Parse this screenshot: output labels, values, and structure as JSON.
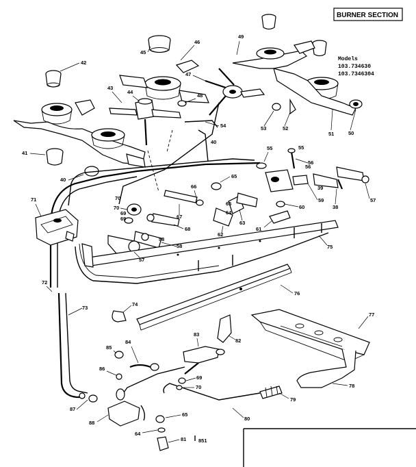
{
  "title": "BURNER SECTION",
  "models": {
    "heading": "Models",
    "lines": [
      "103.734630",
      "103.7346304"
    ]
  },
  "footer_label": "851",
  "parts": [
    {
      "num": "40"
    },
    {
      "num": "41"
    },
    {
      "num": "42"
    },
    {
      "num": "43"
    },
    {
      "num": "44"
    },
    {
      "num": "45"
    },
    {
      "num": "46"
    },
    {
      "num": "47"
    },
    {
      "num": "48"
    },
    {
      "num": "49"
    },
    {
      "num": "50"
    },
    {
      "num": "51"
    },
    {
      "num": "52"
    },
    {
      "num": "53"
    },
    {
      "num": "54"
    },
    {
      "num": "55"
    },
    {
      "num": "56"
    },
    {
      "num": "57"
    },
    {
      "num": "57"
    },
    {
      "num": "58"
    },
    {
      "num": "59"
    },
    {
      "num": "60"
    },
    {
      "num": "61"
    },
    {
      "num": "62"
    },
    {
      "num": "63"
    },
    {
      "num": "64"
    },
    {
      "num": "65"
    },
    {
      "num": "66"
    },
    {
      "num": "67"
    },
    {
      "num": "68"
    },
    {
      "num": "69"
    },
    {
      "num": "70"
    },
    {
      "num": "71"
    },
    {
      "num": "72"
    },
    {
      "num": "73"
    },
    {
      "num": "74"
    },
    {
      "num": "75"
    },
    {
      "num": "76"
    },
    {
      "num": "77"
    },
    {
      "num": "78"
    },
    {
      "num": "79"
    },
    {
      "num": "80"
    },
    {
      "num": "81"
    },
    {
      "num": "82"
    },
    {
      "num": "83"
    },
    {
      "num": "84"
    },
    {
      "num": "85"
    },
    {
      "num": "86"
    },
    {
      "num": "87"
    },
    {
      "num": "88"
    },
    {
      "num": "64"
    },
    {
      "num": "65"
    },
    {
      "num": "69"
    },
    {
      "num": "70"
    },
    {
      "num": "38"
    },
    {
      "num": "39"
    },
    {
      "num": "40"
    },
    {
      "num": "55"
    },
    {
      "num": "56"
    },
    {
      "num": "58"
    },
    {
      "num": "65"
    },
    {
      "num": "70"
    },
    {
      "num": "69"
    }
  ]
}
